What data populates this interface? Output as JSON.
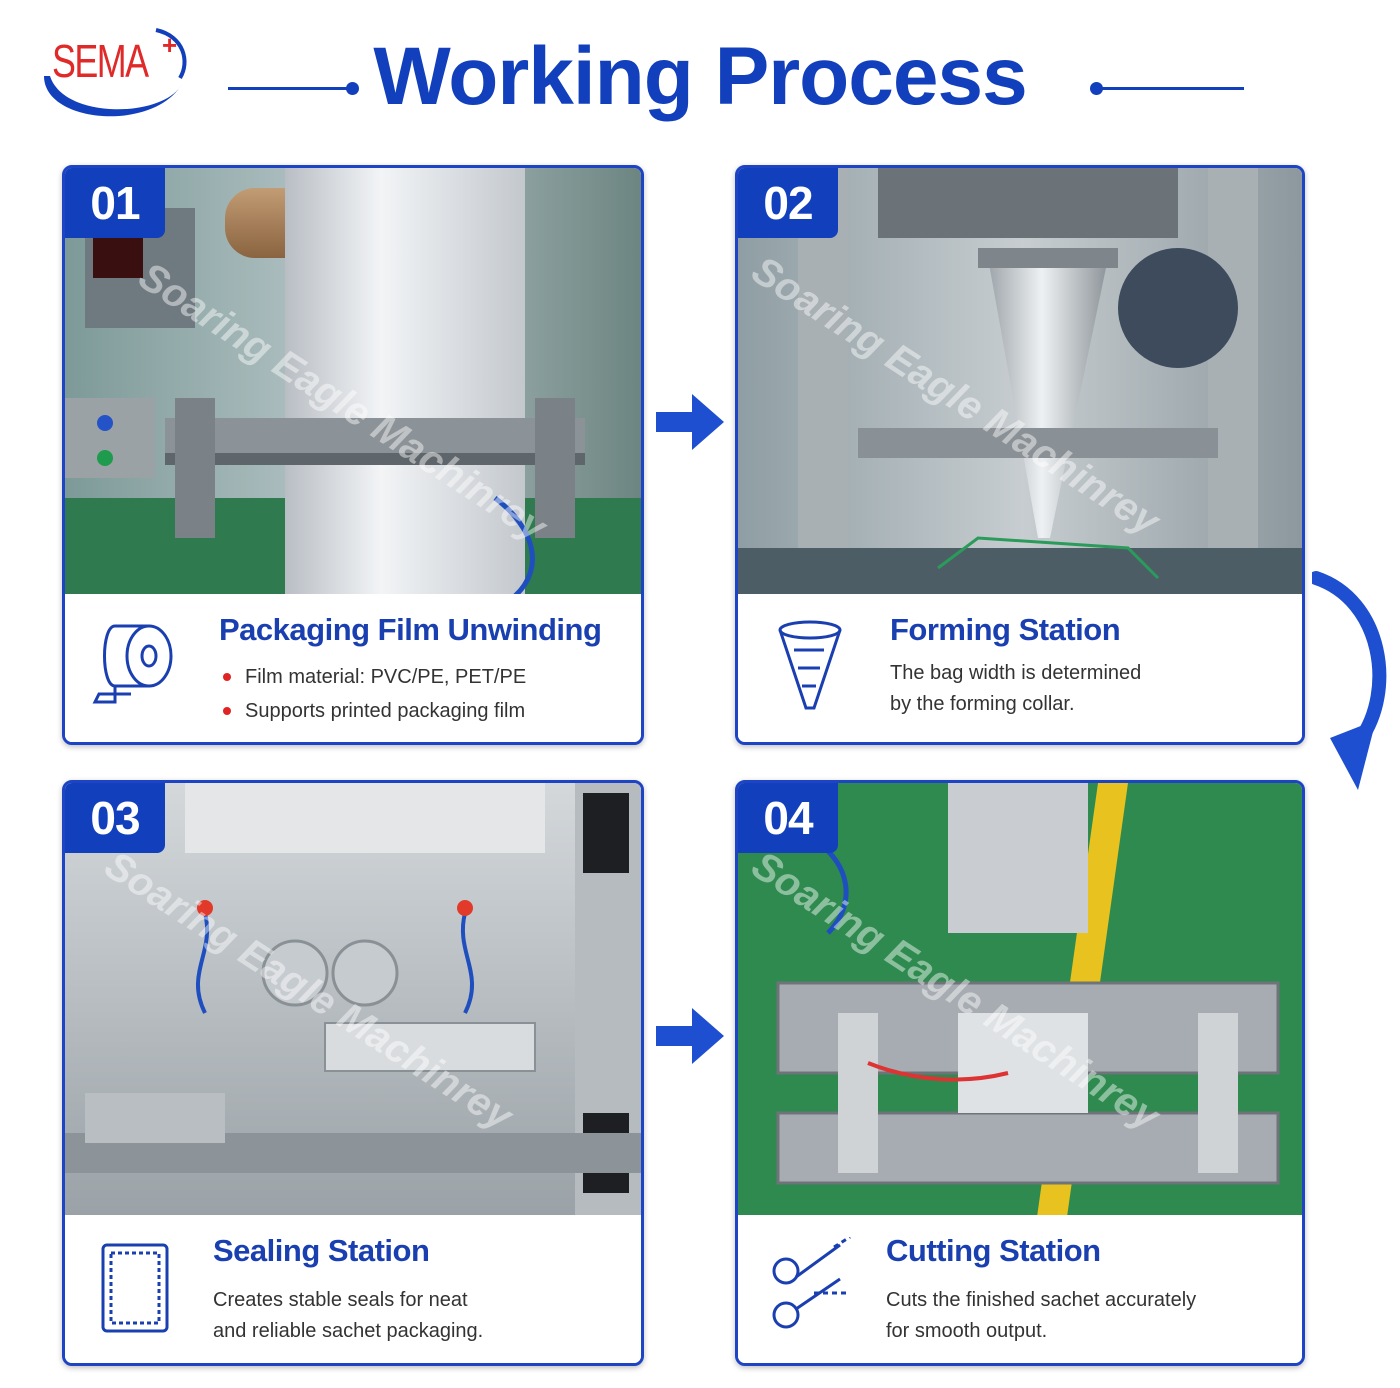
{
  "brand": {
    "logo_text": "SEMA",
    "logo_plus": "+",
    "blue": "#1240bd",
    "red": "#e02a2a"
  },
  "header": {
    "title": "Working Process"
  },
  "watermark": "Soaring Eagle Machinrey",
  "steps": [
    {
      "number": "01",
      "title": "Packaging Film Unwinding",
      "icon": "film-roll-icon",
      "bullets": [
        "Film material: PVC/PE, PET/PE",
        "Supports printed packaging film"
      ]
    },
    {
      "number": "02",
      "title": "Forming Station",
      "icon": "forming-cone-icon",
      "desc_lines": [
        "The bag width is determined",
        "by the forming collar."
      ]
    },
    {
      "number": "03",
      "title": "Sealing Station",
      "icon": "sealed-bag-icon",
      "desc_lines": [
        "Creates stable seals for neat",
        "and reliable sachet packaging."
      ]
    },
    {
      "number": "04",
      "title": "Cutting Station",
      "icon": "scissors-icon",
      "desc_lines": [
        "Cuts the finished sachet accurately",
        "for smooth output."
      ]
    }
  ]
}
